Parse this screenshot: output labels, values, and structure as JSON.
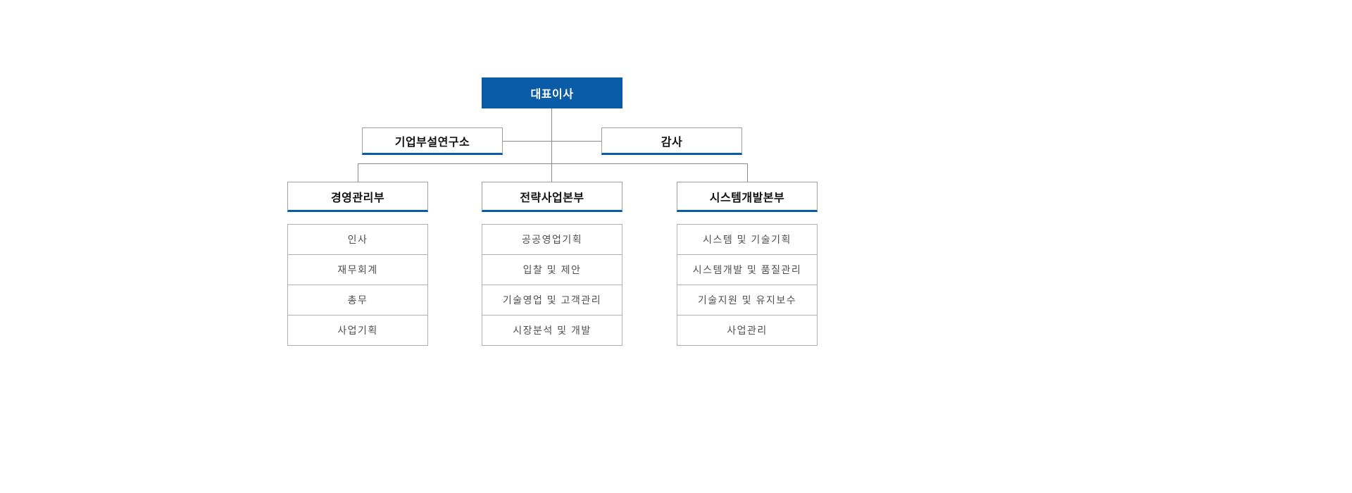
{
  "org_chart": {
    "root": {
      "label": "대표이사"
    },
    "advisors": [
      {
        "label": "기업부설연구소"
      },
      {
        "label": "감사"
      }
    ],
    "departments": [
      {
        "label": "경영관리부",
        "teams": [
          "인사",
          "재무회계",
          "총무",
          "사업기획"
        ]
      },
      {
        "label": "전략사업본부",
        "teams": [
          "공공영업기획",
          "입찰 및 제안",
          "기술영업 및 고객관리",
          "시장분석 및 개발"
        ]
      },
      {
        "label": "시스템개발본부",
        "teams": [
          "시스템 및 기술기획",
          "시스템개발 및 품질관리",
          "기술지원 및 유지보수",
          "사업관리"
        ]
      }
    ],
    "colors": {
      "primary": "#0b5ca8",
      "connector": "#8a8a8a",
      "box_border": "#9e9e9e",
      "team_text": "#4f4f4f"
    }
  }
}
